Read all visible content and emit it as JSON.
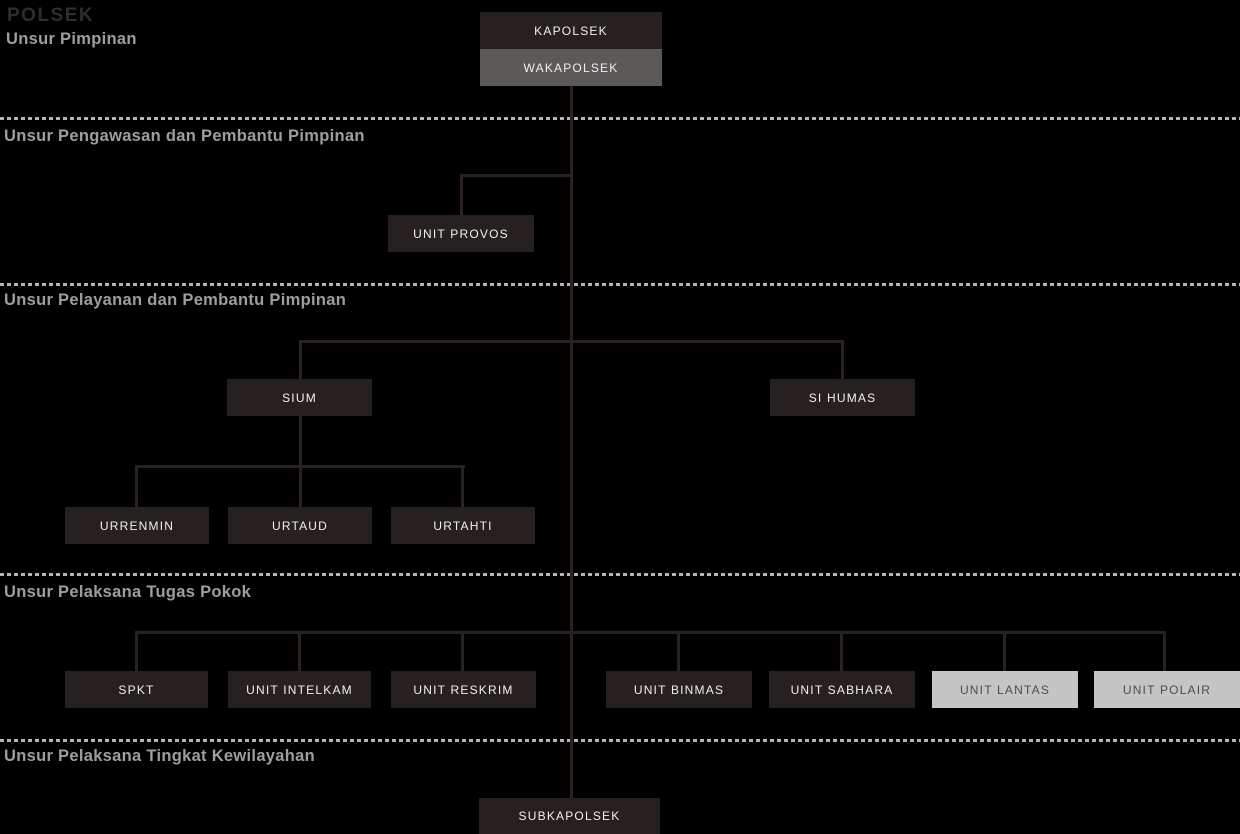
{
  "title": "POLSEK",
  "colors": {
    "background": "#000000",
    "box_dark": "#262020",
    "box_gray": "#5c5959",
    "box_light": "#c6c5c5",
    "box_text_light": "#f2f0ef",
    "box_text_dark": "#4e4b4a",
    "connector_line": "#292221",
    "separator_dash": "#b5b5b5",
    "section_label": "#9e9e9e",
    "title_text": "#332b2c"
  },
  "sections": [
    {
      "label": "Unsur Pimpinan",
      "nodes": [
        {
          "label": "KAPOLSEK",
          "style": "dark"
        },
        {
          "label": "WAKAPOLSEK",
          "style": "gray"
        }
      ]
    },
    {
      "label": "Unsur Pengawasan dan Pembantu Pimpinan",
      "nodes": [
        {
          "label": "UNIT PROVOS",
          "style": "dark"
        }
      ]
    },
    {
      "label": "Unsur Pelayanan dan Pembantu Pimpinan",
      "nodes": [
        {
          "label": "SIUM",
          "style": "dark"
        },
        {
          "label": "SI HUMAS",
          "style": "dark"
        },
        {
          "label": "URRENMIN",
          "style": "dark"
        },
        {
          "label": "URTAUD",
          "style": "dark"
        },
        {
          "label": "URTAHTI",
          "style": "dark"
        }
      ]
    },
    {
      "label": "Unsur Pelaksana Tugas Pokok",
      "nodes": [
        {
          "label": "SPKT",
          "style": "dark"
        },
        {
          "label": "UNIT INTELKAM",
          "style": "dark"
        },
        {
          "label": "UNIT RESKRIM",
          "style": "dark"
        },
        {
          "label": "UNIT BINMAS",
          "style": "dark"
        },
        {
          "label": "UNIT SABHARA",
          "style": "dark"
        },
        {
          "label": "UNIT LANTAS",
          "style": "light"
        },
        {
          "label": "UNIT POLAIR",
          "style": "light"
        }
      ]
    },
    {
      "label": "Unsur Pelaksana Tingkat Kewilayahan",
      "nodes": [
        {
          "label": "SUBKAPOLSEK",
          "style": "dark"
        }
      ]
    }
  ]
}
